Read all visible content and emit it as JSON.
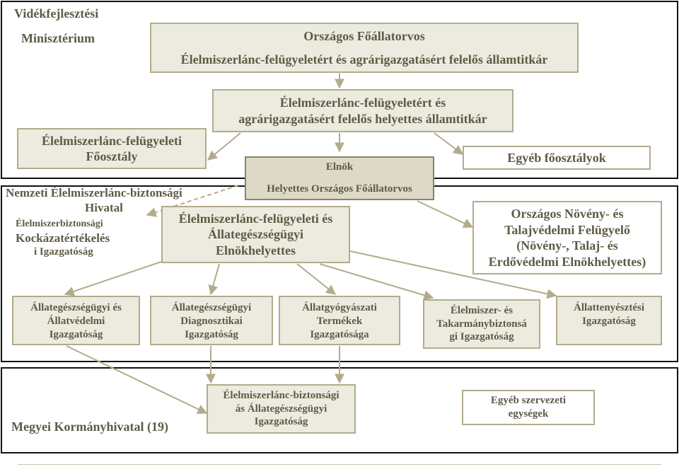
{
  "ministry": {
    "line1": "Vidékfejlesztési",
    "line2": "Minisztérium"
  },
  "chief_vet": {
    "line1": "Országos Főállatorvos",
    "line2": "Élelmiszerlánc-felügyeletért és agrárigazgatásért felelős államtitkár"
  },
  "deputy_state_secretary": {
    "line1": "Élelmiszerlánc-felügyeletért és",
    "line2": "agrárigazgatásért felelős helyettes államtitkár"
  },
  "food_chain_dept": {
    "line1": "Élelmiszerlánc-felügyeleti",
    "line2": "Főosztály"
  },
  "other_depts": "Egyéb főosztályok",
  "president": {
    "line1": "Elnök",
    "line2": "Helyettes Országos Főállatorvos"
  },
  "office": {
    "line1": "Nemzeti Élelmiszerlánc-biztonsági",
    "line2": "Hivatal",
    "line3": "Élelmiszerbiztonsági",
    "line4": "Kockázatértékelés",
    "line5": "i Igazgatóság"
  },
  "vice_president": {
    "line1": "Élelmiszerlánc-felügyeleti és",
    "line2": "Állategészségügyi",
    "line3": "Elnökhelyettes"
  },
  "plant_inspector": {
    "line1": "Országos Növény- és",
    "line2": "Talajvédelmi Felügyelő",
    "line3": "(Növény-, Talaj- és",
    "line4": "Erdővédelmi Elnökhelyettes)"
  },
  "directorates": [
    {
      "lines": [
        "Állategészségügyi és",
        "Állatvédelmi",
        "Igazgatóság"
      ]
    },
    {
      "lines": [
        "Állategészségügyi",
        "Diagnosztikai",
        "Igazgatóság"
      ]
    },
    {
      "lines": [
        "Állatgyógyászati",
        "Termékek",
        "Igazgatósága"
      ]
    },
    {
      "lines": [
        "Élelmiszer- és",
        "Takarmánybiztonsá",
        "gi Igazgatóság"
      ]
    },
    {
      "lines": [
        "Állattenyésztési",
        "Igazgatóság"
      ]
    }
  ],
  "county": {
    "label": "Megyei Kormányhivatal (19)"
  },
  "county_food": {
    "line1": "Élelmiszerlánc-biztonsági",
    "line2": "ás Állategészségügyi",
    "line3": "Igazgatóság"
  },
  "county_other": {
    "line1": "Egyéb szervezeti",
    "line2": "egységek"
  }
}
